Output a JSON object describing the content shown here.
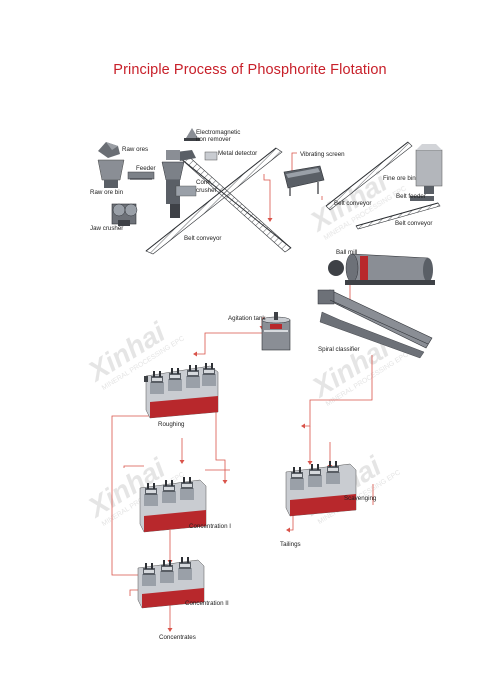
{
  "title": "Principle Process of Phosphorite Flotation",
  "labels": {
    "raw_ores": "Raw ores",
    "electromagnetic_iron_remover": [
      "Electromagnetic",
      "iron remover"
    ],
    "metal_detector": "Metal detector",
    "vibrating_screen": "Vibrating screen",
    "feeder": "Feeder",
    "raw_ore_bin": "Raw ore bin",
    "cone_crusher": [
      "Cone",
      "crusher"
    ],
    "jaw_crusher": "Jaw crusher",
    "belt_conveyor_1": "Belt conveyor",
    "fine_ore_bin": "Fine ore bin",
    "belt_conveyor_2": "Belt conveyor",
    "belt_feeder": "Belt feeder",
    "belt_conveyor_3": "Belt conveyor",
    "ball_mill": "Ball mill",
    "agitation_tank": "Agitation tank",
    "spiral_classifier": "Spiral classifier",
    "roughing": "Roughing",
    "scavenging": "Scavenging",
    "tailings": "Tailings",
    "concentration_1": "Concentration I",
    "concentration_2": "Concentration II",
    "concentrates": "Concentrates"
  },
  "watermark": {
    "brand": "Xinhai",
    "tagline": "MINERAL PROCESSING EPC"
  },
  "colors": {
    "title": "#c8202a",
    "flow_line": "#d9534a",
    "machine_red": "#b8282c",
    "machine_gray": "#8a8e95"
  }
}
